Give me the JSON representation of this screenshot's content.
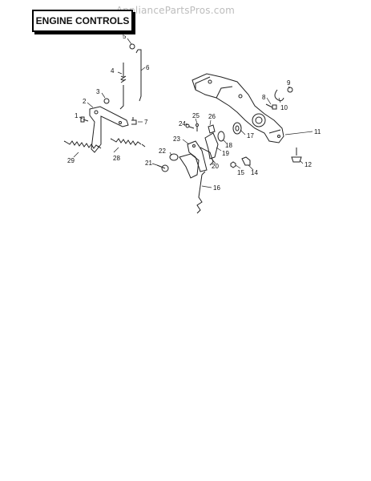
{
  "watermark": "AppliancePartsPros.com",
  "title": "ENGINE CONTROLS",
  "callouts": [
    "1",
    "2",
    "3",
    "4",
    "5",
    "6",
    "7",
    "8",
    "9",
    "10",
    "11",
    "12",
    "14",
    "15",
    "16",
    "17",
    "18",
    "19",
    "20",
    "21",
    "22",
    "23",
    "24",
    "25",
    "26",
    "28",
    "29"
  ]
}
